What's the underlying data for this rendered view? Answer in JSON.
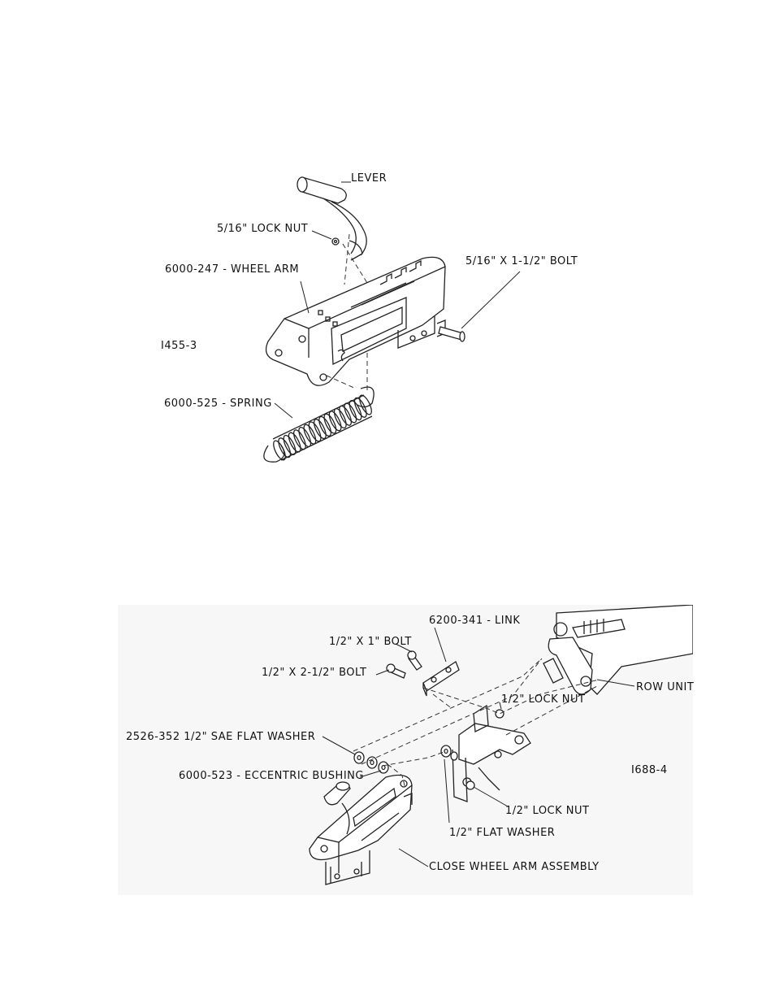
{
  "diagram1": {
    "id_tag": "I455-3",
    "labels": {
      "lever": "LEVER",
      "lock_nut": "5/16\" LOCK NUT",
      "wheel_arm": "6000-247 - WHEEL ARM",
      "bolt": "5/16\" X 1-1/2\" BOLT",
      "spring": "6000-525 - SPRING"
    }
  },
  "diagram2": {
    "id_tag": "I688-4",
    "labels": {
      "link": "6200-341 - LINK",
      "bolt_1": "1/2\" X 1\" BOLT",
      "bolt_2": "1/2\" X 2-1/2\" BOLT",
      "lock_nut_top": "1/2\" LOCK NUT",
      "row_unit": "ROW UNIT",
      "flat_washer_sae": "2526-352  1/2\" SAE FLAT WASHER",
      "eccentric_bushing": "6000-523 - ECCENTRIC BUSHING",
      "lock_nut_bottom": "1/2\" LOCK NUT",
      "flat_washer": "1/2\" FLAT WASHER",
      "close_wheel_arm": "CLOSE WHEEL ARM ASSEMBLY"
    }
  }
}
